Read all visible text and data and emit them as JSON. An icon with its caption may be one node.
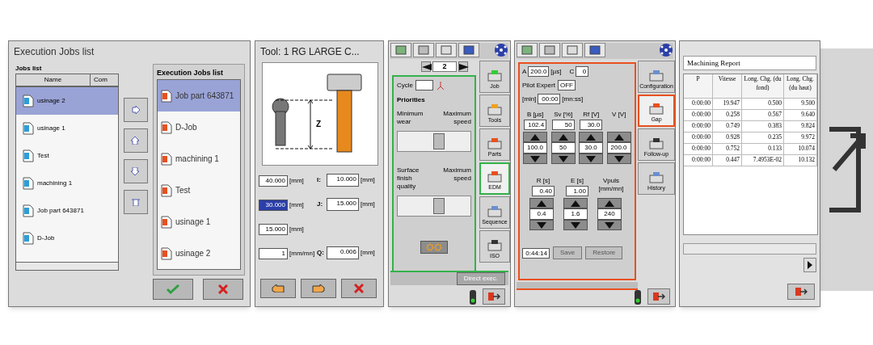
{
  "diagram": {
    "nodes": [
      {
        "text": [
          "Execution Jobs list"
        ]
      },
      {
        "text": [
          "Jobs list",
          "Name",
          "Com",
          "usinage 2",
          "usinage 1",
          "Test",
          "machining 1",
          "Job part 643871",
          "D-Job"
        ],
        "in": 0
      },
      {
        "text": [
          "Execution Jobs list",
          "Job part 643871",
          "D-Job",
          "machining 1",
          "Test",
          "usinage 1",
          "usinage 2"
        ],
        "in": 0
      },
      {
        "text": [
          "Tool: 1 RG LARGE C..."
        ]
      },
      {
        "text": [
          "Z"
        ],
        "in": 3
      },
      {
        "text": [
          "40.000",
          "[mm]",
          "30.000",
          "[mm]",
          "15.000",
          "[mm]",
          "1",
          "[mm/mn]",
          "I:",
          "10.000",
          "[mm]",
          "J:",
          "15.000",
          "[mm]",
          "Q:",
          "0.006",
          "[mm]"
        ],
        "in": 3
      },
      {
        "text": [
          "2",
          "Direct exec."
        ]
      },
      {
        "text": [
          "Cycle",
          "Priorities",
          "Minimum wear",
          "Maximum speed",
          "Surface finish quality",
          "Maximum speed"
        ],
        "in": 6
      },
      {
        "text": [
          "Job",
          "Tools",
          "Parts",
          "EDM",
          "Sequence",
          "ISO"
        ],
        "in": 6
      },
      {
        "text": [],
        "shape": "box"
      },
      {
        "text": [
          "A",
          "200.0",
          "[µs]",
          "C",
          "0",
          "Pilot Expert",
          "OFF",
          "[min]",
          "00:00",
          "[mn:ss]",
          "B [µs]",
          "102.4",
          "Sv [%]",
          "50",
          "Rf [V]",
          "30.0",
          "V [V]",
          "100.0",
          "50",
          "30.0",
          "200.0",
          "R [s]",
          "0.40",
          "E [s]",
          "1.00",
          "Vpuls [mm/mn]",
          "0.4",
          "1.6",
          "240",
          "0:44:14",
          "Save",
          "Restore"
        ],
        "in": 9
      },
      {
        "text": [
          "Configuration",
          "Gap",
          "Follow-up",
          "History"
        ],
        "in": 9
      },
      {
        "text": [
          "Machining Report"
        ]
      },
      {
        "text": [
          "P",
          "Vitesse",
          "Long. Chg. (du fond)",
          "Long. Chg.(du haut)",
          "0:00:00",
          "19.947",
          "0.500",
          "9.500",
          "0:00:00",
          "0.258",
          "0.567",
          "9.640",
          "0:00:00",
          "0.749",
          "0.383",
          "9.824",
          "0:00:00",
          "0.928",
          "0.235",
          "9.972",
          "0:00:00",
          "0.752",
          "0.133",
          "10.074",
          "0:00:00",
          "0.447",
          "7.4953E-02",
          "10.132"
        ],
        "in": 12
      }
    ]
  }
}
